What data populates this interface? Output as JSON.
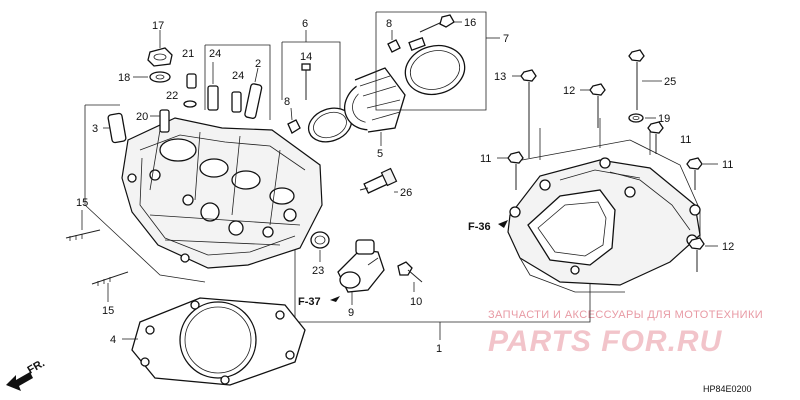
{
  "part_labels": {
    "p1": "1",
    "p2": "2",
    "p3": "3",
    "p4": "4",
    "p5": "5",
    "p6": "6",
    "p7": "7",
    "p8a": "8",
    "p8b": "8",
    "p9": "9",
    "p10": "10",
    "p11a": "11",
    "p11b": "11",
    "p11c": "11",
    "p12a": "12",
    "p12b": "12",
    "p13": "13",
    "p14": "14",
    "p15a": "15",
    "p15b": "15",
    "p16": "16",
    "p17": "17",
    "p18": "18",
    "p19": "19",
    "p20": "20",
    "p21": "21",
    "p22": "22",
    "p23": "23",
    "p24a": "24",
    "p24b": "24",
    "p25": "25",
    "p26": "26"
  },
  "refs": {
    "f36": "F-36",
    "f37": "F-37"
  },
  "direction": "FR.",
  "watermark": {
    "subtitle": "ЗАПЧАСТИ И АКСЕССУАРЫ ДЛЯ МОТОТЕХНИКИ",
    "logo": "PARTS FOR.RU"
  },
  "diagram_code": "HP84E0200",
  "colors": {
    "line": "#111111",
    "watermark": "#e89aa4"
  }
}
